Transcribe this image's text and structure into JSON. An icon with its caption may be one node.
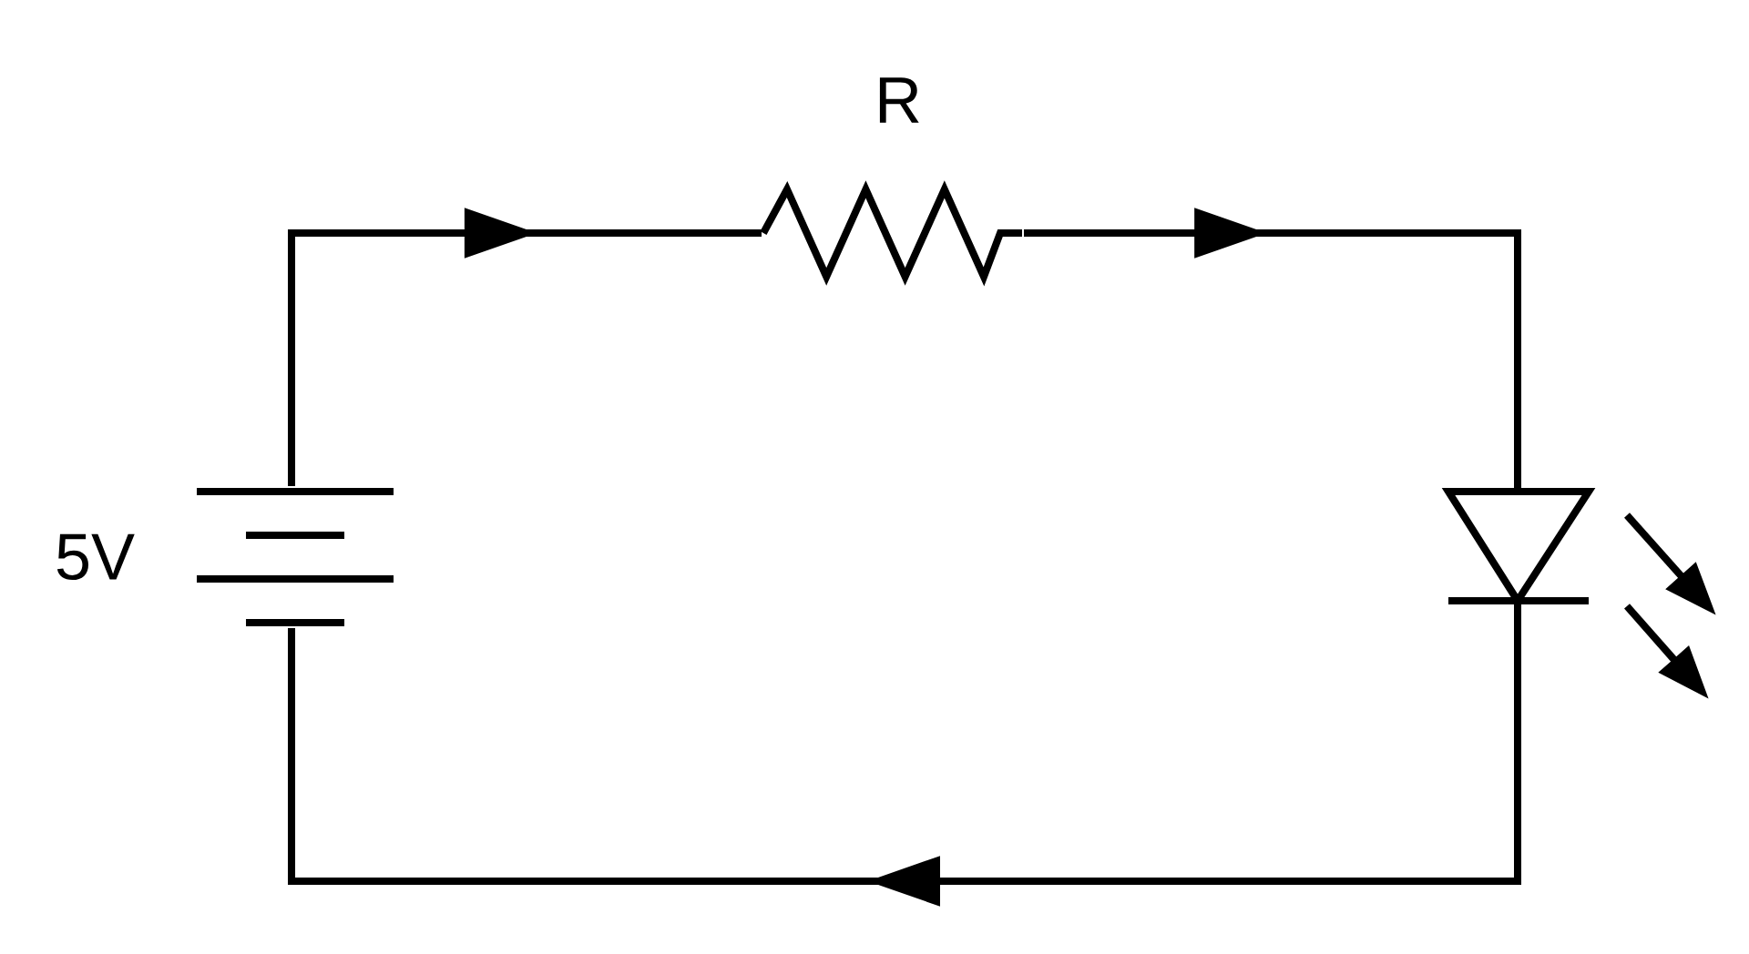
{
  "diagram": {
    "nodes": [
      {
        "text": [],
        "shape": "picture",
        "beside": [
          "5V"
        ]
      },
      {
        "text": [],
        "shape": "picture",
        "beside": [
          "R"
        ]
      },
      {
        "text": [],
        "shape": "picture"
      }
    ],
    "edges": [
      {
        "from": 0,
        "to": 1,
        "arrow": "to"
      },
      {
        "from": 1,
        "to": 2,
        "arrow": "to"
      },
      {
        "from": 2,
        "to": 0,
        "arrow": "to"
      }
    ]
  }
}
